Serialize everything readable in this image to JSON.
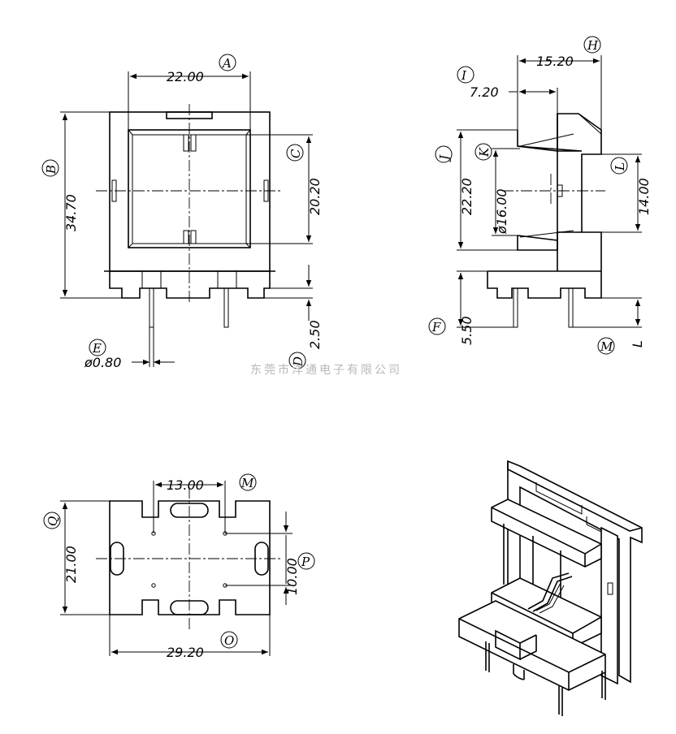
{
  "dimensions": {
    "A": "22.00",
    "B": "34.70",
    "C": "20.20",
    "D": "2.50",
    "E": "ø0.80",
    "F": "5.50",
    "H": "15.20",
    "I": "7.20",
    "J": "22.20",
    "K": "ø16.00",
    "L": "14.00",
    "O": "29.20",
    "M": "13.00",
    "P": "10.00",
    "Q": "21.00"
  },
  "labels": {
    "A": "A",
    "B": "B",
    "C": "C",
    "D": "D",
    "E": "E",
    "F": "F",
    "H": "H",
    "I": "I",
    "J": "J",
    "K": "K",
    "L": "L",
    "M": "M",
    "M2": "M",
    "O": "O",
    "P": "P",
    "Q": "Q",
    "L_text": "L"
  },
  "watermark": "东莞市洋通电子有限公司"
}
